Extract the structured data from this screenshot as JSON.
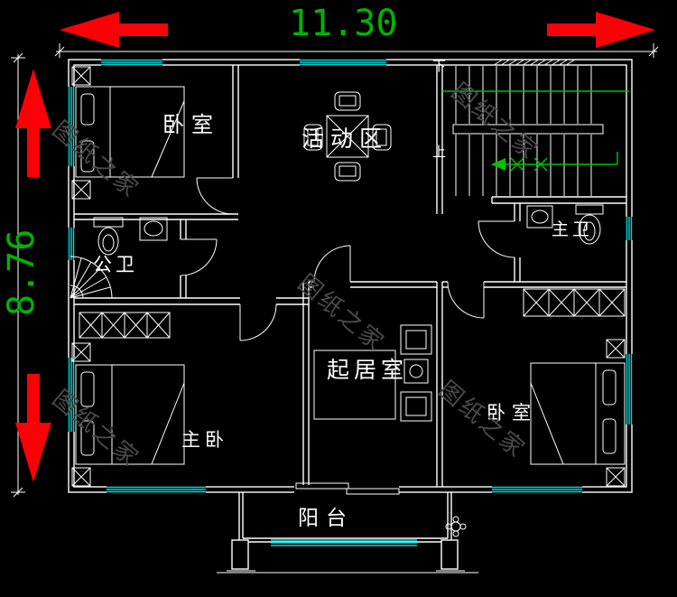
{
  "dimensions": {
    "width": "11.30",
    "height": "8.76"
  },
  "rooms": {
    "bedroom_top": "卧室",
    "activity_area": "活动区",
    "public_bath": "公卫",
    "master_bath": "主卫",
    "living_room": "起居室",
    "master_bedroom": "主卧",
    "bedroom_bottom": "卧室",
    "balcony": "阳台"
  },
  "stairs": {
    "down": "下",
    "up": "上"
  },
  "watermark": "图纸之家",
  "colors": {
    "bg": "#000000",
    "line": "#ffffff",
    "window": "#00d8d8",
    "dim": "#00b400",
    "green": "#00c000",
    "red": "#fb0006",
    "wm": "#4a4a4a"
  }
}
